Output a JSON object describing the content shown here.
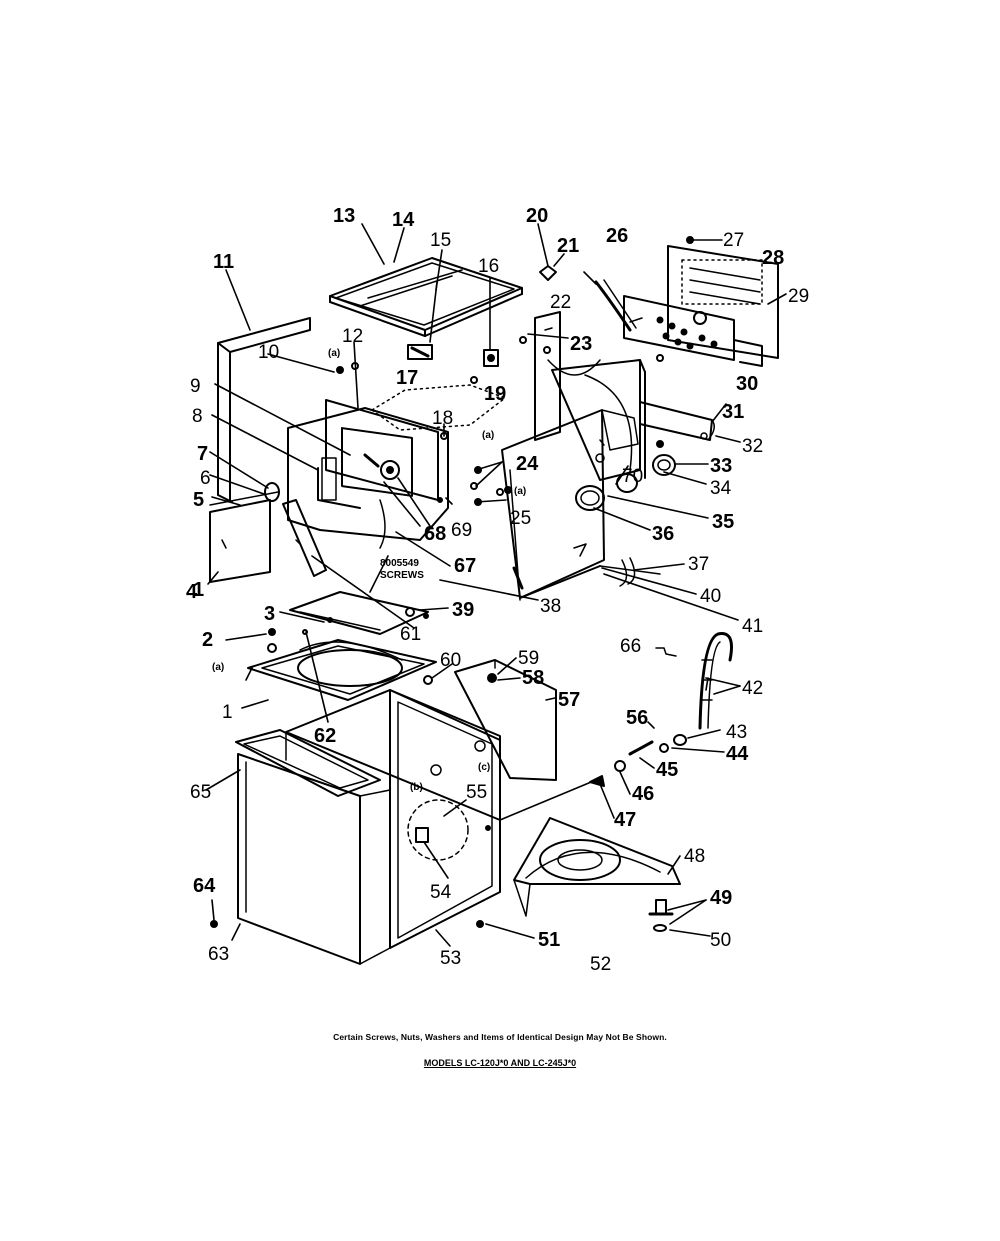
{
  "callouts": {
    "c1": "1",
    "c2": "2",
    "c3": "3",
    "c4": "4",
    "c5": "5",
    "c6": "6",
    "c7": "7",
    "c8": "8",
    "c9": "9",
    "c10": "10",
    "c11": "11",
    "c12": "12",
    "c13": "13",
    "c14": "14",
    "c15": "15",
    "c16": "16",
    "c17": "17",
    "c18": "18",
    "c19": "19",
    "c20": "20",
    "c21": "21",
    "c22": "22",
    "c23": "23",
    "c24": "24",
    "c25": "25",
    "c26": "26",
    "c27": "27",
    "c28": "28",
    "c29": "29",
    "c30": "30",
    "c31": "31",
    "c32": "32",
    "c33": "33",
    "c34": "34",
    "c35": "35",
    "c36": "36",
    "c37": "37",
    "c38": "38",
    "c39": "39",
    "c40": "40",
    "c41": "41",
    "c42": "42",
    "c43": "43",
    "c44": "44",
    "c45": "45",
    "c46": "46",
    "c47": "47",
    "c48": "48",
    "c49": "49",
    "c50": "50",
    "c51": "51",
    "c52": "52",
    "c53": "53",
    "c54": "54",
    "c55": "55",
    "c56": "56",
    "c57": "57",
    "c58": "58",
    "c59": "59",
    "c60": "60",
    "c61": "61",
    "c62": "62",
    "c63": "63",
    "c64": "64",
    "c65": "65",
    "c66": "66",
    "c67": "67",
    "c68": "68",
    "c69": "69",
    "c70": "70"
  },
  "small_labels": {
    "a": "(a)",
    "b": "(b)",
    "c": "(c)",
    "screws_part": "8005549",
    "screws_word": "SCREWS"
  },
  "footer": {
    "note": "Certain Screws, Nuts, Washers and Items of Identical Design May Not Be Shown.",
    "models": "MODELS LC-120J*0 AND LC-245J*0"
  }
}
